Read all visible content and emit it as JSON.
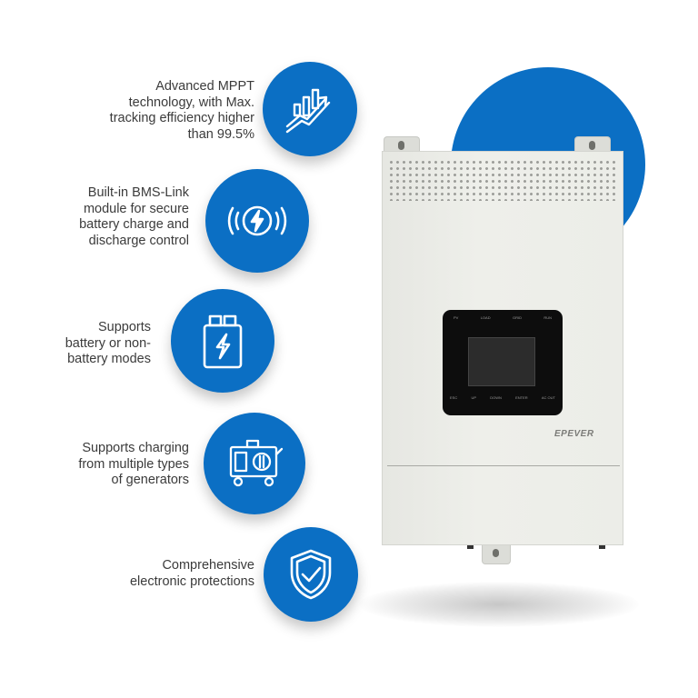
{
  "features": [
    {
      "text": "Advanced MPPT technology, with Max. tracking efficiency higher than 99.5%",
      "lines": [
        "Advanced MPPT",
        "technology, with Max.",
        "tracking efficiency higher",
        "than 99.5%"
      ],
      "icon": "trending-up-chart-icon"
    },
    {
      "text": "Built-in BMS-Link module for secure battery charge and discharge control",
      "lines": [
        "Built-in BMS-Link",
        "module for secure",
        "battery charge and",
        "discharge control"
      ],
      "icon": "lightning-signal-icon"
    },
    {
      "text": "Supports battery or non-battery modes",
      "lines": [
        "Supports",
        "battery or non-",
        "battery modes"
      ],
      "icon": "battery-icon"
    },
    {
      "text": "Supports charging from multiple types of generators",
      "lines": [
        "Supports charging",
        "from multiple types",
        "of generators"
      ],
      "icon": "generator-icon"
    },
    {
      "text": "Comprehensive electronic protections",
      "lines": [
        "Comprehensive",
        "electronic protections"
      ],
      "icon": "shield-check-icon"
    }
  ],
  "device": {
    "brand": "EPEVER",
    "led_labels": [
      "PV",
      "LOAD",
      "GRID",
      "RUN"
    ],
    "key_labels": [
      "ESC",
      "UP",
      "DOWN",
      "ENTER",
      "AC OUT"
    ]
  },
  "colors": {
    "accent": "#0b6fc4",
    "device_body": "#ecede8",
    "panel": "#0d0d0d"
  }
}
